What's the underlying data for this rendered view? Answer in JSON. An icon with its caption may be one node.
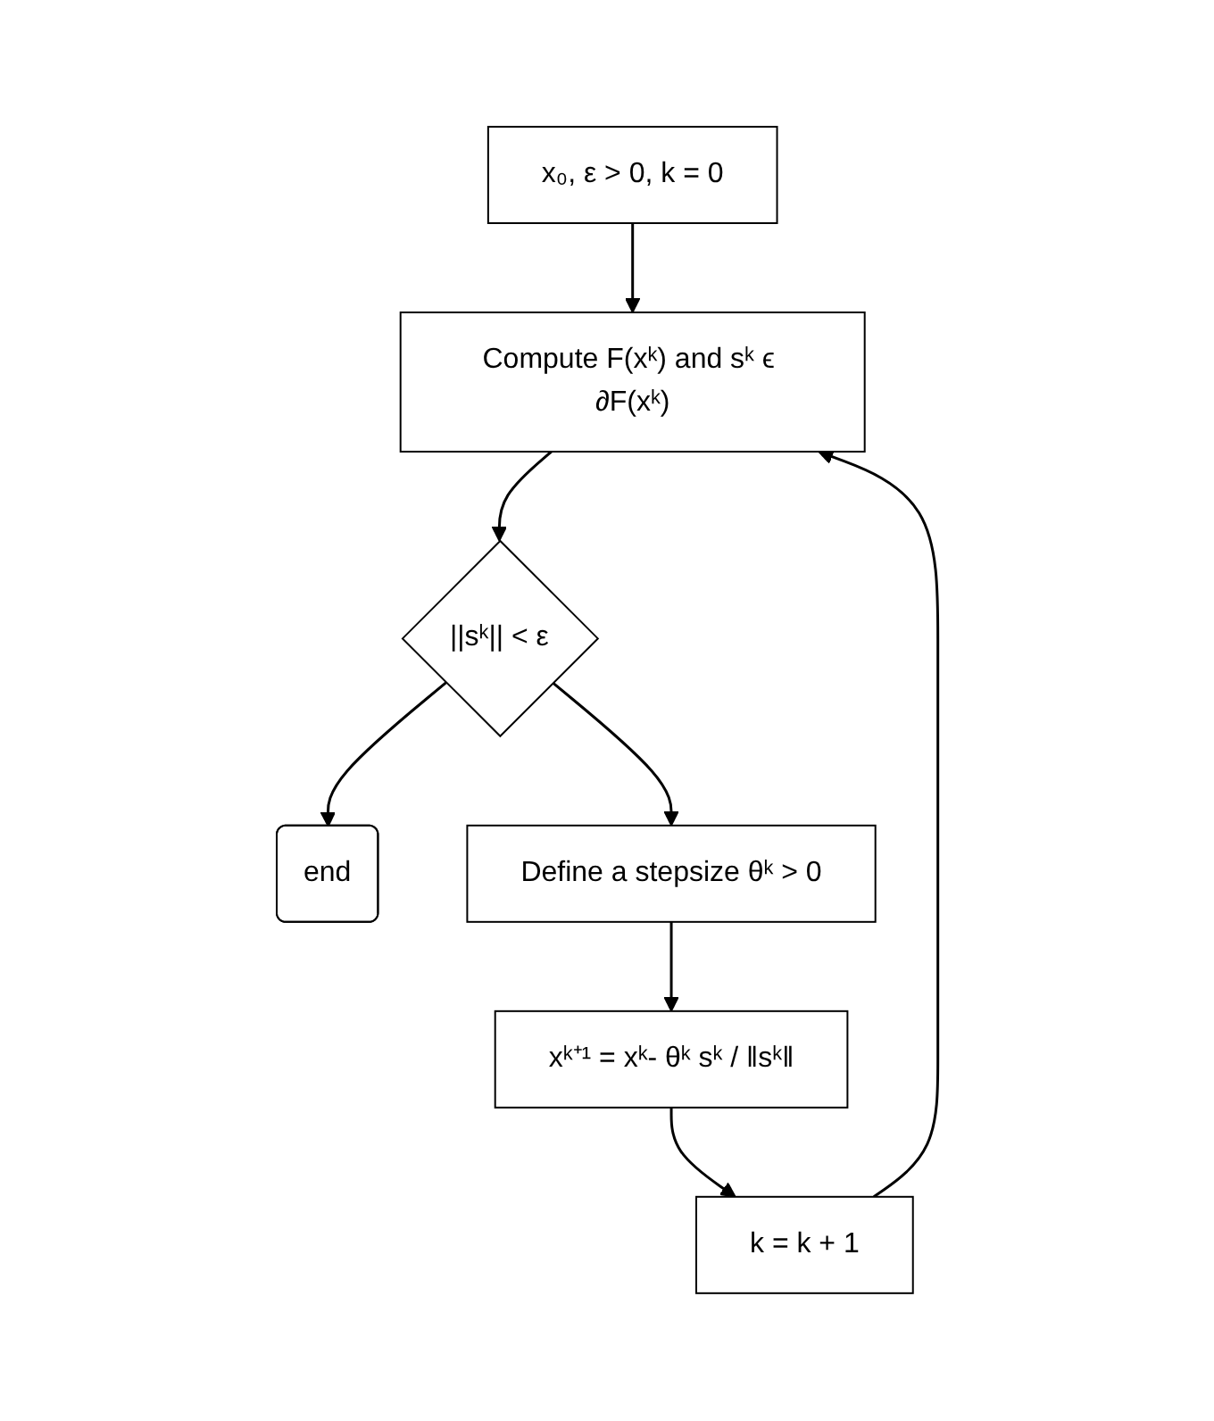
{
  "diagram": {
    "nodes": [
      {
        "text": [
          "x₀, ε > 0, k = 0"
        ]
      },
      {
        "text": [
          "Compute F(xᵏ) and sᵏ ϵ ∂F(xᵏ)"
        ]
      },
      {
        "text": [
          "||sᵏ|| < ε"
        ]
      },
      {
        "text": [
          "end"
        ]
      },
      {
        "text": [
          "Define a stepsize θᵏ > 0"
        ]
      },
      {
        "text": [
          "xᵏ⁺¹ = xᵏ- θᵏ sᵏ / ‖sᵏ‖"
        ]
      },
      {
        "text": [
          "k = k + 1"
        ]
      }
    ],
    "edges": [
      {
        "from": 0,
        "to": 1,
        "arrow": "to"
      },
      {
        "from": 1,
        "to": 2,
        "arrow": "to"
      },
      {
        "from": 2,
        "to": 3,
        "arrow": "to"
      },
      {
        "from": 2,
        "to": 4,
        "arrow": "to"
      },
      {
        "from": 4,
        "to": 5,
        "arrow": "to"
      },
      {
        "from": 5,
        "to": 6,
        "arrow": "to"
      },
      {
        "from": 6,
        "to": 1,
        "arrow": "to"
      }
    ]
  }
}
